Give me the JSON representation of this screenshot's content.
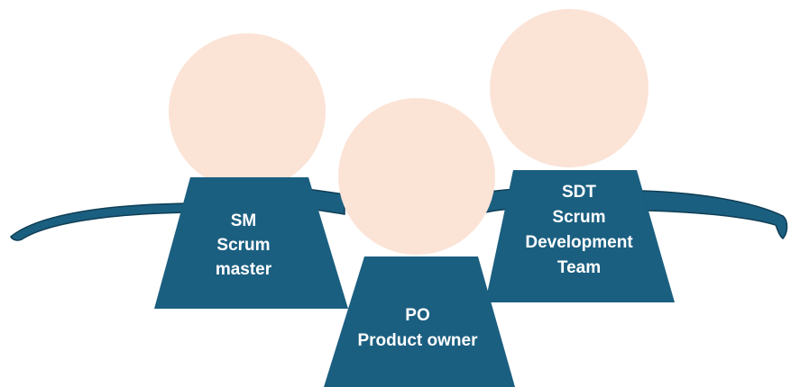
{
  "colors": {
    "head": "#fbe3d6",
    "body": "#1b5f80",
    "arms": "#1b5f80",
    "background": "#ffffff",
    "text": "#ffffff"
  },
  "figures": {
    "sm": {
      "line1": "SM",
      "line2": "Scrum",
      "line3": "master"
    },
    "po": {
      "line1": "PO",
      "line2": "Product owner"
    },
    "sdt": {
      "line1": "SDT",
      "line2": "Scrum",
      "line3": "Development",
      "line4": "Team"
    }
  }
}
